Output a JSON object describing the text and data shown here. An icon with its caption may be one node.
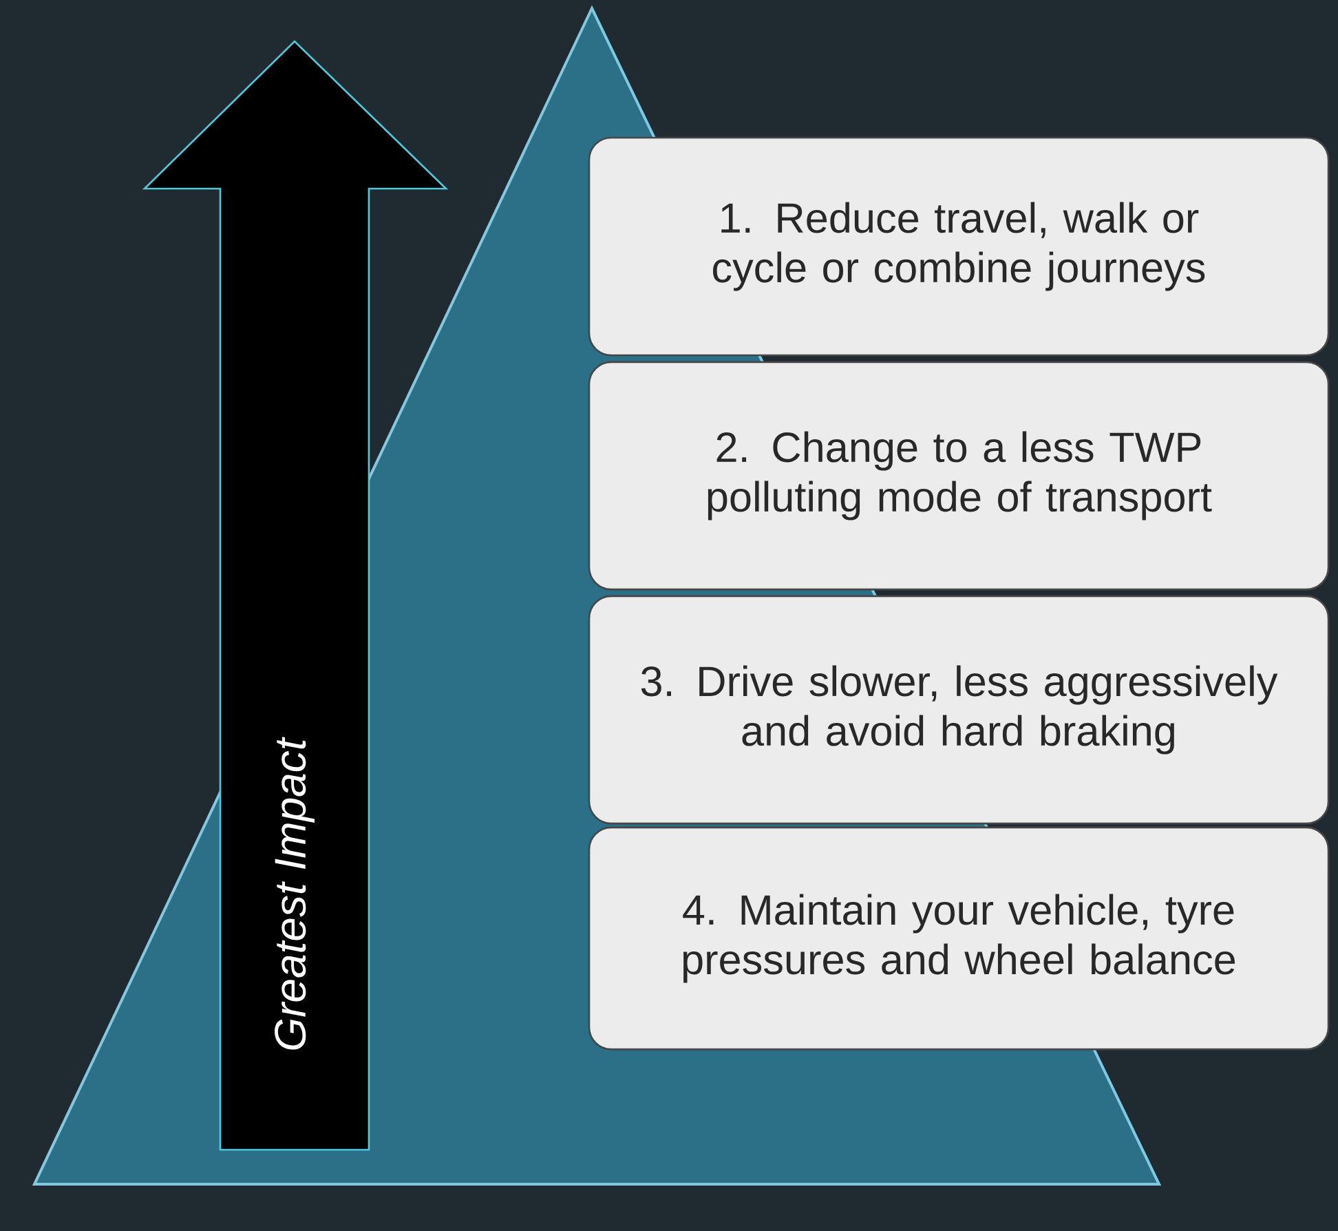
{
  "diagram": {
    "nodes": [
      {
        "text": [
          "Greatest Impact"
        ]
      },
      {
        "text": [
          "1. Reduce travel, walk or cycle or combine journeys"
        ]
      },
      {
        "text": [
          "2. Change to a less TWP polluting mode of transport"
        ]
      },
      {
        "text": [
          "3. Drive slower, less aggressively and avoid hard braking"
        ]
      },
      {
        "text": [
          "4. Maintain your vehicle, tyre pressures and wheel balance"
        ]
      }
    ]
  }
}
